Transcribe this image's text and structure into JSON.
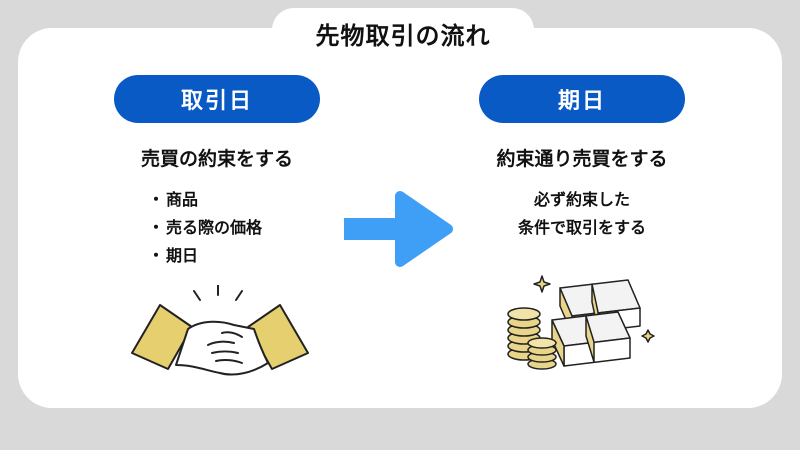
{
  "title": "先物取引の流れ",
  "left": {
    "badge": "取引日",
    "subtitle": "売買の約束をする",
    "bullet_mark": "・",
    "bullets": [
      "商品",
      "売る際の価格",
      "期日"
    ]
  },
  "right": {
    "badge": "期日",
    "subtitle": "約束通り売買をする",
    "description_lines": [
      "必ず約束した",
      "条件で取引をする"
    ]
  },
  "colors": {
    "background": "#d9d9d9",
    "card": "#ffffff",
    "badge": "#0a5ac6",
    "arrow": "#3f9ef5",
    "sleeve": "#e6cf6e",
    "coin": "#e8d58a"
  },
  "icons": [
    "arrow-right-icon",
    "handshake-icon",
    "money-stack-icon"
  ]
}
